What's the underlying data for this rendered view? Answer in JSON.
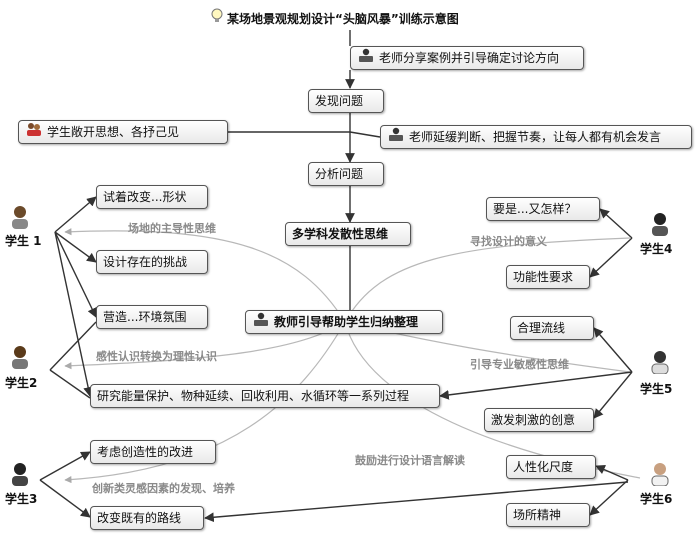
{
  "title": "某场地景观规划设计“头脑风暴”训练示意图",
  "flow": {
    "teacher_intro": "老师分享案例并引导确定讨论方向",
    "find_problem": "发现问题",
    "students_open": "学生敞开思想、各抒己见",
    "teacher_delay": "老师延缓判断、把握节奏，让每人都有机会发言",
    "analyze_problem": "分析问题",
    "multi_discipline": "多学科发散性思维",
    "teacher_summary": "教师引导帮助学生归纳整理"
  },
  "ideas": {
    "try_change": "试着改变...形状",
    "challenge": "设计存在的挑战",
    "create_atmosphere": "营造...环境氛围",
    "energy_process": "研究能量保护、物种延续、回收利用、水循环等一系列过程",
    "consider_creative": "考虑创造性的改进",
    "change_path": "改变既有的路线",
    "what_if": "要是...又怎样？",
    "function_req": "功能性要求",
    "reasonable_flow": "合理流线",
    "stimulate": "激发刺激的创意",
    "humanized_scale": "人性化尺度",
    "place_spirit": "场所精神"
  },
  "themes": {
    "site_thinking": "场地的主导性思维",
    "find_meaning": "寻找设计的意义",
    "perceptual": "感性认识转换为理性认识",
    "professional": "引导专业敏感性思维",
    "language": "鼓励进行设计语言解读",
    "inspiration": "创新类灵感因素的发现、培养"
  },
  "students": {
    "s1": "学生 1",
    "s2": "学生2",
    "s3": "学生3",
    "s4": "学生4",
    "s5": "学生5",
    "s6": "学生6"
  },
  "icons": {
    "title": "lightbulb-icon",
    "teacher": "teacher-podium-icon",
    "students": "students-group-icon"
  },
  "colors": {
    "line": "#333333",
    "ghost_line": "#b0b0b0",
    "ghost_text": "#8a8a8a"
  }
}
